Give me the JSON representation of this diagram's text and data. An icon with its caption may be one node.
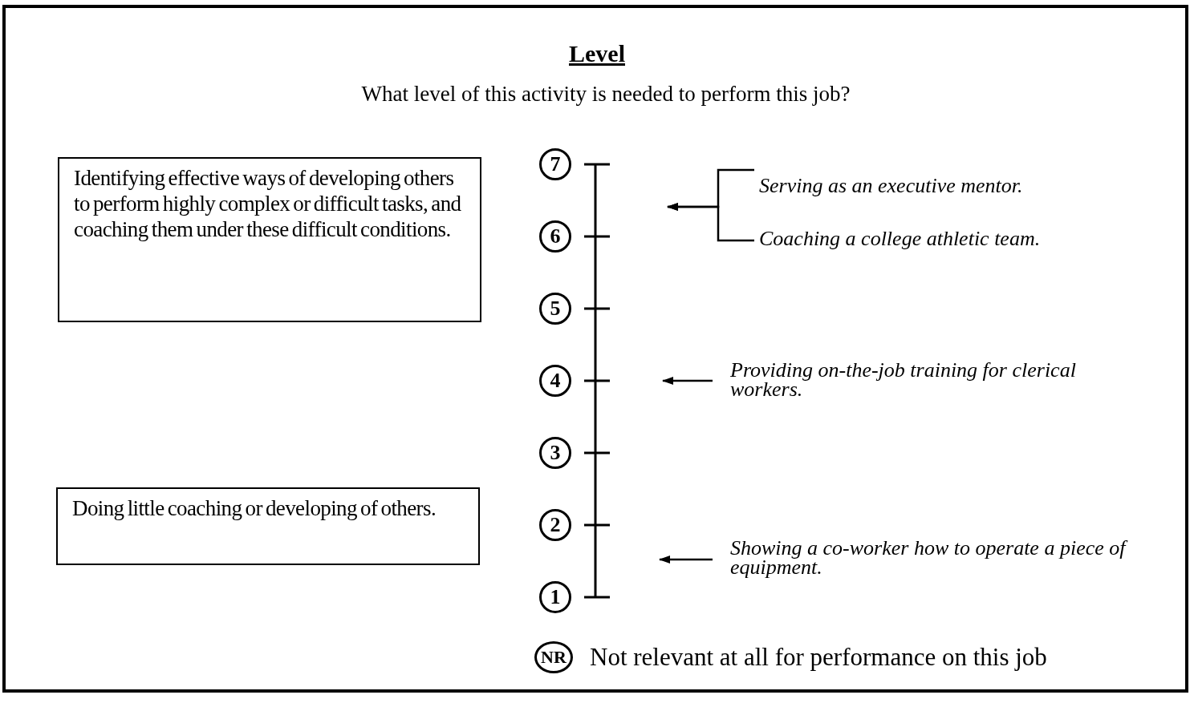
{
  "diagram": {
    "title": "Level",
    "nodes": [
      {
        "text": [
          "Identifying effective ways of developing others to perform highly complex or difficult tasks, and coaching them under these difficult conditions."
        ]
      },
      {
        "text": [
          "Doing little coaching or developing of others."
        ]
      },
      {
        "text": [
          "7"
        ]
      },
      {
        "text": [
          "6"
        ]
      },
      {
        "text": [
          "5"
        ]
      },
      {
        "text": [
          "4"
        ]
      },
      {
        "text": [
          "3"
        ]
      },
      {
        "text": [
          "2"
        ]
      },
      {
        "text": [
          "1"
        ]
      },
      {
        "text": [
          "NR"
        ],
        "beside": [
          "Not relevant at all for performance on this job"
        ]
      },
      {
        "text": [
          "Serving as an executive mentor."
        ]
      },
      {
        "text": [
          "Coaching a college athletic team."
        ]
      },
      {
        "text": [
          "Providing on-the-job training for clerical workers."
        ]
      },
      {
        "text": [
          "Showing a co-worker how to operate a piece of equipment."
        ]
      }
    ],
    "edges": [
      {
        "from": 10,
        "to": null,
        "arrow": "to"
      },
      {
        "from": 11,
        "to": null,
        "arrow": "to"
      },
      {
        "from": 12,
        "to": null,
        "arrow": "to"
      },
      {
        "from": 13,
        "to": null,
        "arrow": "to"
      }
    ],
    "labels": [
      "What level of this activity is needed to perform this job?"
    ]
  }
}
